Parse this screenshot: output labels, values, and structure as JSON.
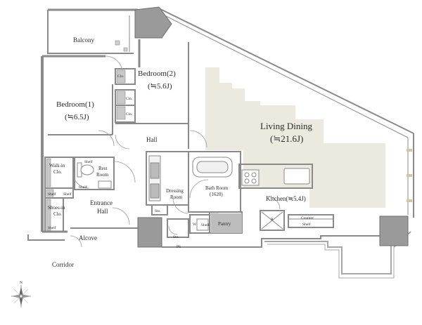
{
  "rooms": {
    "balcony": "Balcony",
    "bedroom1": {
      "name": "Bedroom(1)",
      "size": "(≒6.5J)"
    },
    "bedroom2": {
      "name": "Bedroom(2)",
      "size": "(≒5.6J)"
    },
    "living": {
      "name": "Living Dining",
      "size": "(≒21.6J)"
    },
    "hall": "Hall",
    "walkin": {
      "line1": "Walk-in",
      "line2": "Clo."
    },
    "rest": {
      "line1": "Rest",
      "line2": "Room"
    },
    "dressing": {
      "line1": "Dressing",
      "line2": "Room"
    },
    "bath": {
      "line1": "Bath Room",
      "line2": "(1620)"
    },
    "kitchen": "Kitchen(≒5.4J)",
    "shoes": {
      "line1": "Shoes-in",
      "line2": "Clo."
    },
    "entrance": {
      "line1": "Entrance",
      "line2": "Hall"
    },
    "pantry": "Pantry",
    "alcove": "Alcove",
    "corridor": "Corridor",
    "counter": "Counter"
  },
  "small_labels": {
    "clo": "Clo.",
    "shelf": "Shelf",
    "sto": "Sto.",
    "ps": "PS",
    "w": "W",
    "r": "R"
  },
  "compass": {
    "north": "N"
  },
  "colors": {
    "wall": "#8a8a8a",
    "living_floor": "#ece9de",
    "column": "#9a9a9a"
  }
}
